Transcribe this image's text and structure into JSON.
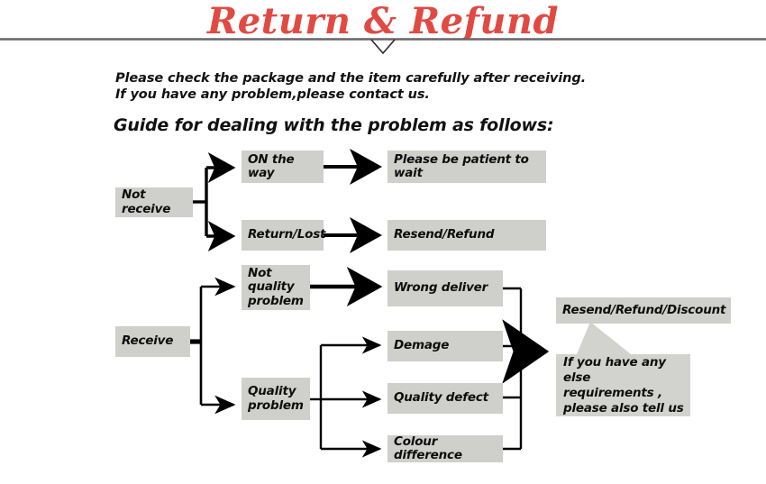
{
  "header": {
    "title": "Return & Refund",
    "divider_icon": "v-notch-divider"
  },
  "intro": {
    "text": "Please check the package and the item carefully after receiving.\nIf  you have any problem,please contact us."
  },
  "guide": {
    "heading": "Guide for dealing with the problem as follows:"
  },
  "flow": {
    "not_receive": {
      "label": "Not receive",
      "branches": [
        {
          "label": "ON the way",
          "result": "Please be patient to wait"
        },
        {
          "label": "Return/Lost",
          "result": "Resend/Refund"
        }
      ]
    },
    "receive": {
      "label": "Receive",
      "not_quality": {
        "label": "Not\nquality\nproblem",
        "results": [
          "Wrong deliver"
        ]
      },
      "quality": {
        "label": "Quality\nproblem",
        "results": [
          "Demage",
          "Quality defect",
          "Colour difference"
        ]
      },
      "outcome": "Resend/Refund/Discount"
    },
    "note": "If you have any else\n requirements ,\nplease also tell us"
  },
  "colors": {
    "title": "#e04a42",
    "box_fill": "#cfcfcc",
    "note_fill": "#d2d2cf",
    "line": "#000000",
    "rule": "#666666",
    "text": "#0d0d0d"
  }
}
